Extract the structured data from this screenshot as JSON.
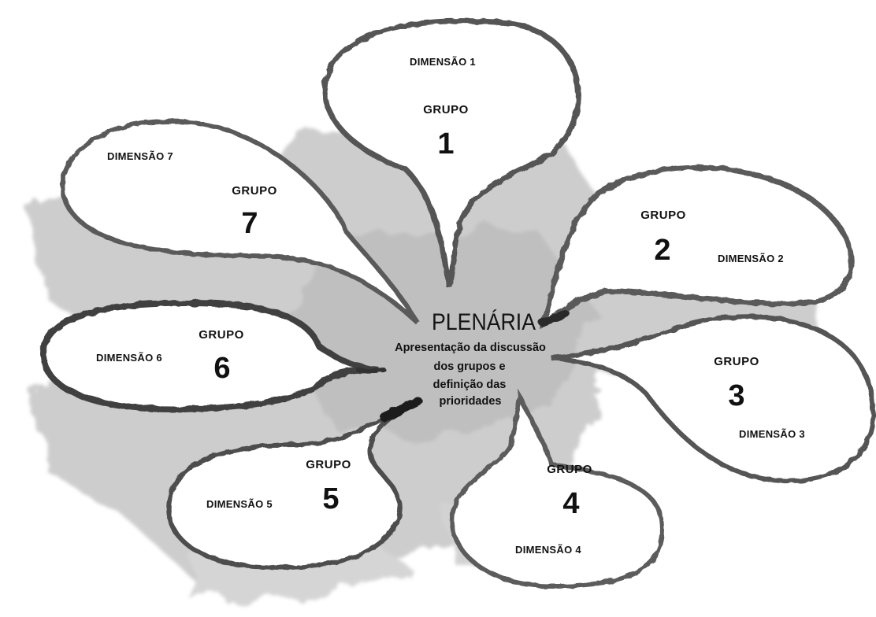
{
  "center": {
    "title": "PLENÁRIA",
    "lines": [
      "Apresentação da discussão",
      "dos grupos e",
      "definição das",
      "prioridades"
    ]
  },
  "groups": [
    {
      "grupo": "GRUPO",
      "numero": "1",
      "dimensao": "DIMENSÃO 1"
    },
    {
      "grupo": "GRUPO",
      "numero": "2",
      "dimensao": "DIMENSÃO 2"
    },
    {
      "grupo": "GRUPO",
      "numero": "3",
      "dimensao": "DIMENSÃO 3"
    },
    {
      "grupo": "GRUPO",
      "numero": "4",
      "dimensao": "DIMENSÃO 4"
    },
    {
      "grupo": "GRUPO",
      "numero": "5",
      "dimensao": "DIMENSÃO 5"
    },
    {
      "grupo": "GRUPO",
      "numero": "6",
      "dimensao": "DIMENSÃO 6"
    },
    {
      "grupo": "GRUPO",
      "numero": "7",
      "dimensao": "DIMENSÃO 7"
    }
  ],
  "colors": {
    "wash": "#b9b9b9",
    "outline": "#5a5a5a",
    "text": "#111111"
  }
}
